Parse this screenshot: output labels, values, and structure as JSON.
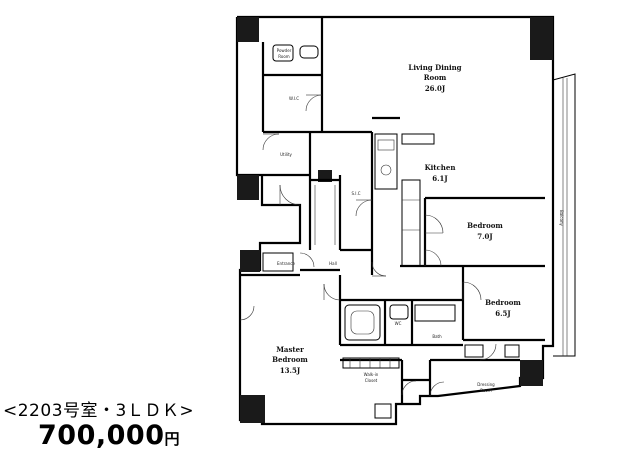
{
  "listing": {
    "unit": "<2203号室・3ＬＤＫ>",
    "price": "700,000",
    "price_unit": "円"
  },
  "rooms": {
    "living": {
      "name_line1": "Living Dining",
      "name_line2": "Room",
      "size": "26.0J"
    },
    "kitchen": {
      "name": "Kitchen",
      "size": "6.1J"
    },
    "bedroom1": {
      "name": "Bedroom",
      "size": "7.0J"
    },
    "bedroom2": {
      "name": "Bedroom",
      "size": "6.5J"
    },
    "master": {
      "name_line1": "Master",
      "name_line2": "Bedroom",
      "size": "13.5J"
    },
    "walkin": {
      "name_line1": "Walk-in",
      "name_line2": "Closet"
    },
    "powder": {
      "name_line1": "Powder",
      "name_line2": "Room"
    },
    "dressing": {
      "name_line1": "Dressing",
      "name_line2": "Room"
    },
    "balcony": "Balcony",
    "wic": "W.I.C",
    "utility": "Utility",
    "sic": "S.I.C",
    "wc": "WC",
    "bath": "Bath",
    "entrance": "Entrance",
    "hall": "Hall"
  }
}
